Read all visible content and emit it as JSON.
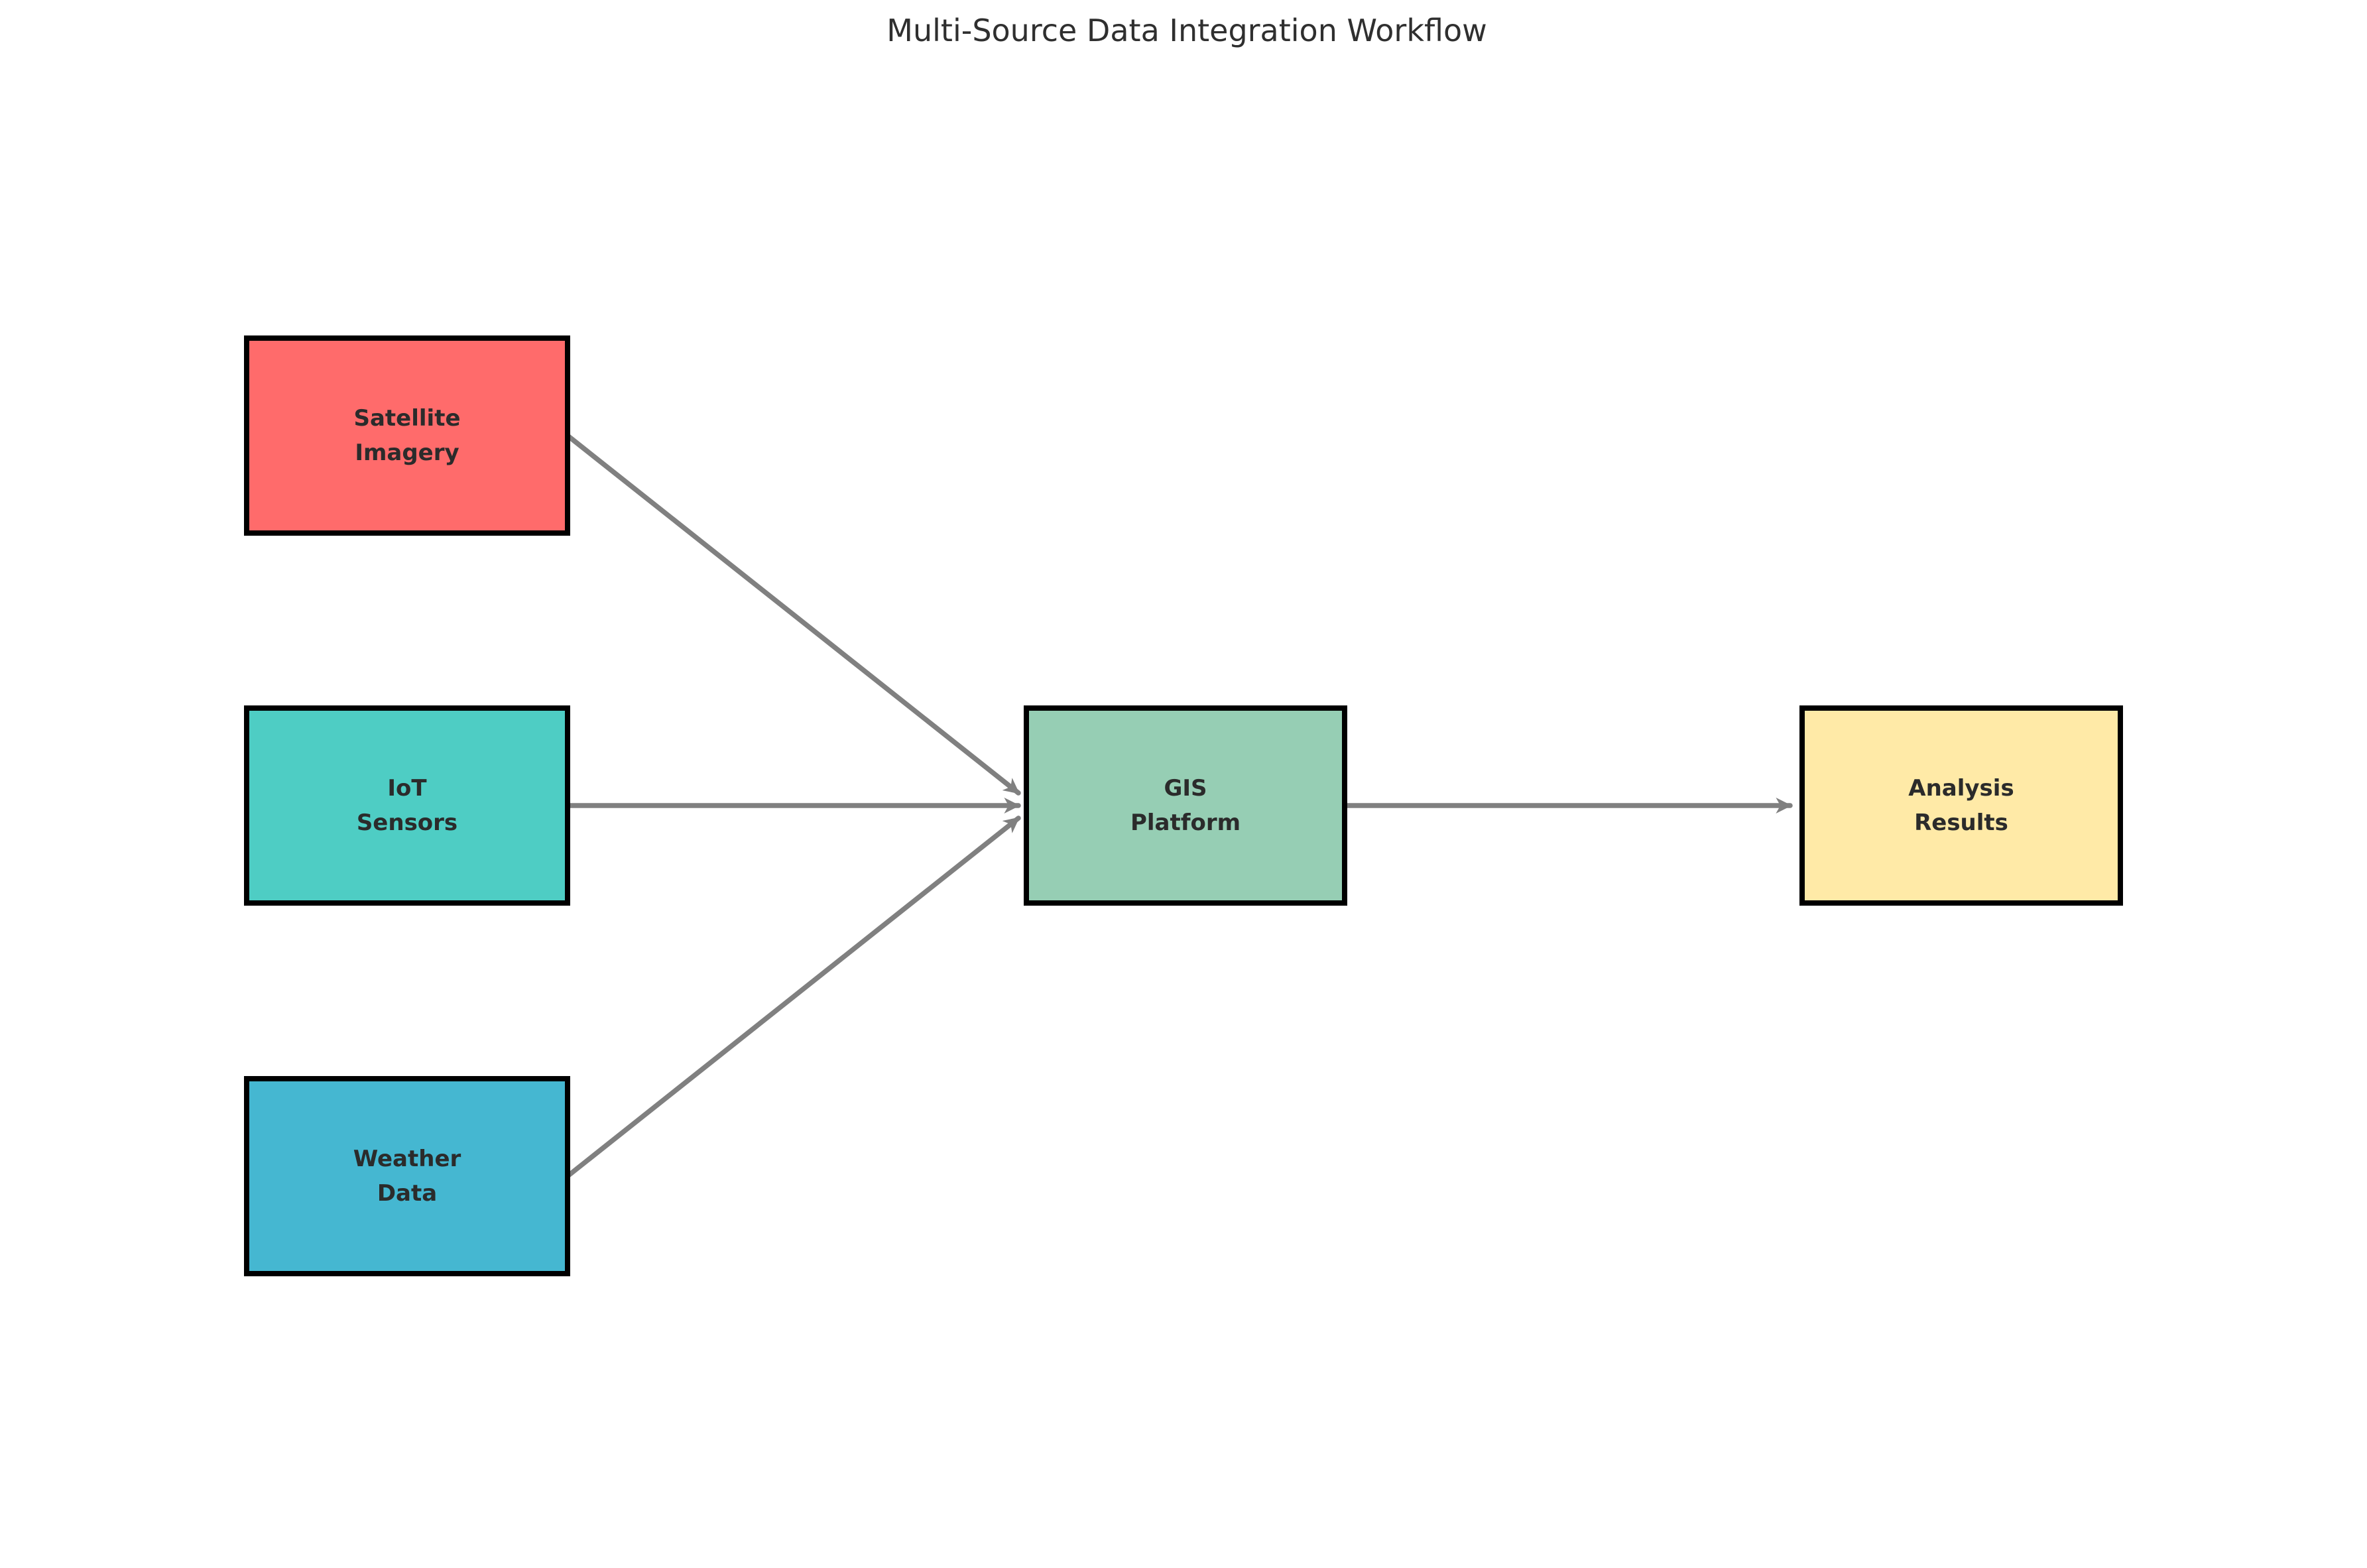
{
  "title": "Multi-Source Data Integration Workflow",
  "diagram": {
    "type": "flowchart",
    "nodes": [
      {
        "id": "satellite-imagery",
        "label": "Satellite Imagery",
        "line1": "Satellite",
        "line2": "Imagery",
        "color": "#FF6B6B"
      },
      {
        "id": "iot-sensors",
        "label": "IoT Sensors",
        "line1": "IoT",
        "line2": "Sensors",
        "color": "#4ECDC4"
      },
      {
        "id": "weather-data",
        "label": "Weather Data",
        "line1": "Weather",
        "line2": "Data",
        "color": "#45B7D1"
      },
      {
        "id": "gis-platform",
        "label": "GIS Platform",
        "line1": "GIS",
        "line2": "Platform",
        "color": "#96CEB4"
      },
      {
        "id": "analysis-results",
        "label": "Analysis Results",
        "line1": "Analysis",
        "line2": "Results",
        "color": "#FFEAA7"
      }
    ],
    "edges": [
      {
        "from": "Satellite Imagery",
        "to": "GIS Platform"
      },
      {
        "from": "IoT Sensors",
        "to": "GIS Platform"
      },
      {
        "from": "Weather Data",
        "to": "GIS Platform"
      },
      {
        "from": "GIS Platform",
        "to": "Analysis Results"
      }
    ],
    "colors": {
      "arrow": "#808080",
      "border": "#000000",
      "text": "#2b2b2b",
      "title_text": "#2f2f2f",
      "background": "#ffffff"
    }
  }
}
